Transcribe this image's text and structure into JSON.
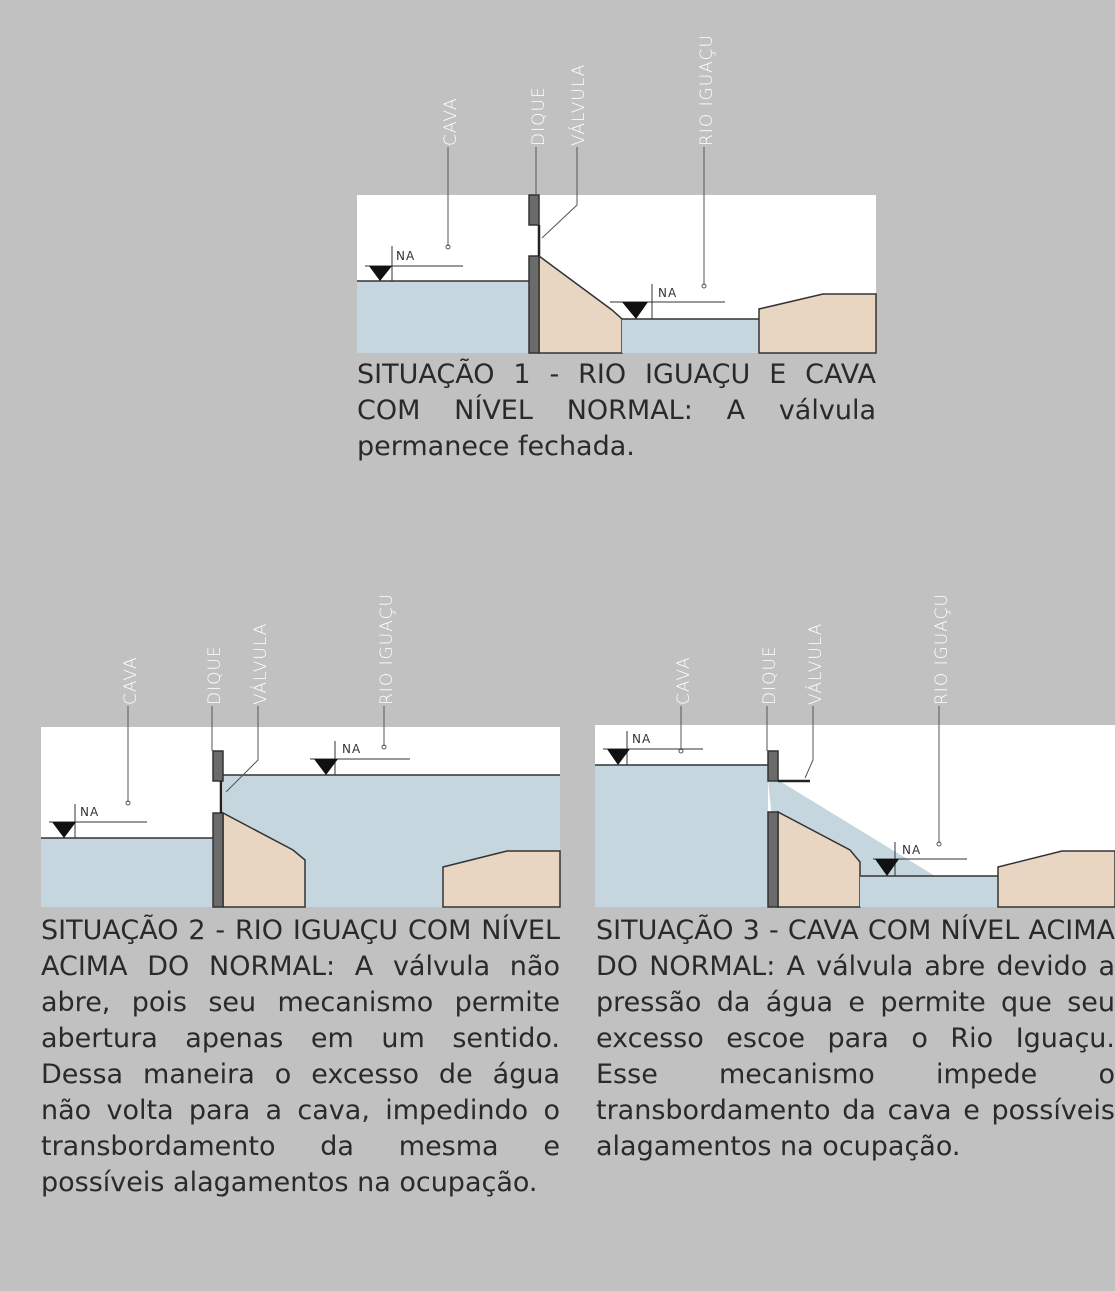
{
  "labels": {
    "cava": "CAVA",
    "dique": "DIQUE",
    "valvula": "VÁLVULA",
    "rio": "RIO IGUAÇU",
    "na": "NA"
  },
  "captions": {
    "s1": "SITUAÇÃO 1 - RIO IGUAÇU E CAVA COM NÍVEL NORMAL: A válvula permanece fechada.",
    "s2": "SITUAÇÃO 2 - RIO IGUAÇU COM NÍVEL ACIMA DO NORMAL: A válvula não abre, pois seu mecanismo permite abertura apenas em um sentido. Dessa maneira o excesso de água não volta para a cava, impedindo o transbordamento da mesma e possíveis alagamentos na ocupação.",
    "s3": "SITUAÇÃO 3 - CAVA COM NÍVEL ACIMA DO NORMAL: A válvula abre devido a pressão da água e permite que seu excesso escoe para o Rio Iguaçu. Esse mecanismo impede o transbordamento da cava e possíveis alagamentos na ocupação."
  },
  "colors": {
    "water": "#c6d6de",
    "soil": "#e8d6c2",
    "wall": "#6b6b6b",
    "background": "#c1c1c1",
    "sky": "#ffffff"
  }
}
